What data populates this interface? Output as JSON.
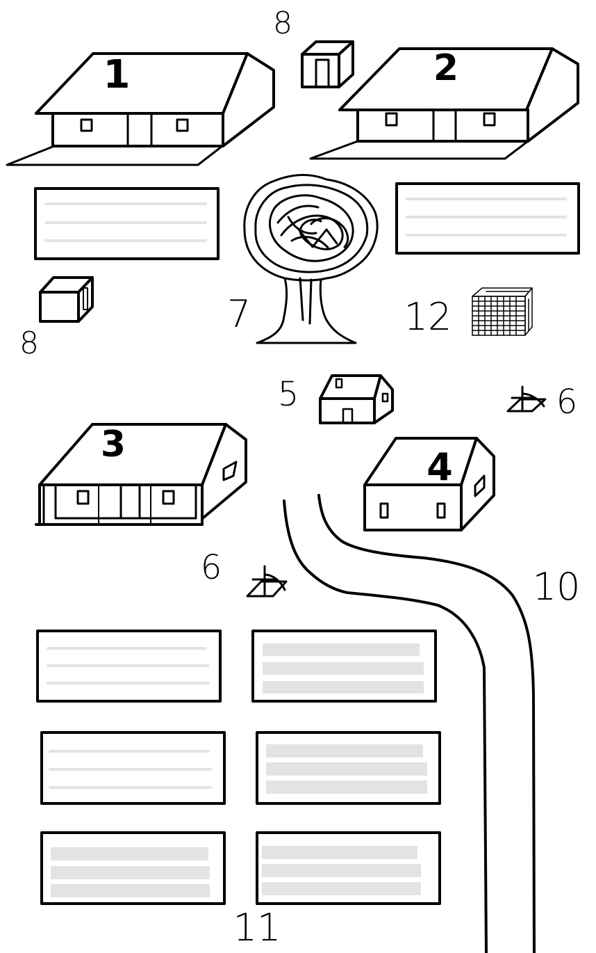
{
  "labels": {
    "house_1": "1",
    "house_2": "2",
    "house_3": "3",
    "house_4": "4",
    "house_5": "5",
    "flower_right": "6",
    "flower_left": "6",
    "tree": "7",
    "shed_top": "8",
    "shed_left": "8",
    "road": "10",
    "blanks_group": "11",
    "woodpile": "12"
  },
  "icons": {
    "house": "house-icon",
    "shed": "shed-icon",
    "tree": "tree-icon",
    "woodpile": "woodpile-icon",
    "flower": "flower-icon",
    "road": "road-icon"
  },
  "colors": {
    "ink": "#000000",
    "placeholder_line": "#e3e3e3",
    "background": "#ffffff"
  }
}
